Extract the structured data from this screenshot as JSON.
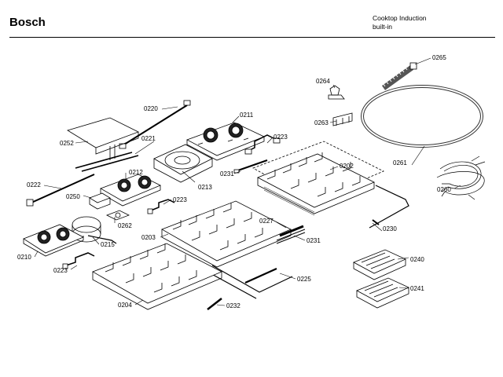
{
  "header": {
    "brand": "Bosch",
    "product_line1": "Cooktop Induction",
    "product_line2": "built-in"
  },
  "parts": [
    {
      "id": "p0265",
      "label": "0265"
    },
    {
      "id": "p0264",
      "label": "0264"
    },
    {
      "id": "p0263",
      "label": "0263"
    },
    {
      "id": "p0261",
      "label": "0261"
    },
    {
      "id": "p0260",
      "label": "0260"
    },
    {
      "id": "p0220",
      "label": "0220"
    },
    {
      "id": "p0211",
      "label": "0211"
    },
    {
      "id": "p0252",
      "label": "0252"
    },
    {
      "id": "p0221",
      "label": "0221"
    },
    {
      "id": "p0223a",
      "label": "0223"
    },
    {
      "id": "p0231a",
      "label": "0231"
    },
    {
      "id": "p0202",
      "label": "0202"
    },
    {
      "id": "p0212",
      "label": "0212"
    },
    {
      "id": "p0213",
      "label": "0213"
    },
    {
      "id": "p0222",
      "label": "0222"
    },
    {
      "id": "p0250",
      "label": "0250"
    },
    {
      "id": "p0223b",
      "label": "0223"
    },
    {
      "id": "p0262",
      "label": "0262"
    },
    {
      "id": "p0227",
      "label": "0227"
    },
    {
      "id": "p0231b",
      "label": "0231"
    },
    {
      "id": "p0230",
      "label": "0230"
    },
    {
      "id": "p0203",
      "label": "0203"
    },
    {
      "id": "p0210",
      "label": "0210"
    },
    {
      "id": "p0215",
      "label": "0215"
    },
    {
      "id": "p0240",
      "label": "0240"
    },
    {
      "id": "p0223c",
      "label": "0223"
    },
    {
      "id": "p0225",
      "label": "0225"
    },
    {
      "id": "p0241",
      "label": "0241"
    },
    {
      "id": "p0204",
      "label": "0204"
    },
    {
      "id": "p0232",
      "label": "0232"
    }
  ]
}
